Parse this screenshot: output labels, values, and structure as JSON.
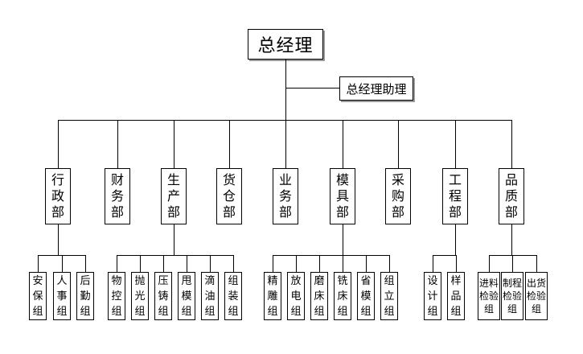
{
  "top": {
    "label": "总经理"
  },
  "assistant": {
    "label": "总经理助理"
  },
  "departments": [
    {
      "label": "行政部",
      "groups": [
        "安保组",
        "人事组",
        "后勤组"
      ]
    },
    {
      "label": "财务部",
      "groups": []
    },
    {
      "label": "生产部",
      "groups": [
        "物控组",
        "抛光组",
        "压铸组",
        "甩模组",
        "滴油组",
        "组装组"
      ]
    },
    {
      "label": "货仓部",
      "groups": []
    },
    {
      "label": "业务部",
      "groups": []
    },
    {
      "label": "模具部",
      "groups": [
        "精雕组",
        "放电组",
        "磨床组",
        "铣床组",
        "省模组",
        "组立组"
      ]
    },
    {
      "label": "采购部",
      "groups": []
    },
    {
      "label": "工程部",
      "groups": [
        "设计组",
        "样品组"
      ]
    },
    {
      "label": "品质部",
      "groups": [
        "进料检验组",
        "制程检验组",
        "出货检验组"
      ]
    }
  ]
}
